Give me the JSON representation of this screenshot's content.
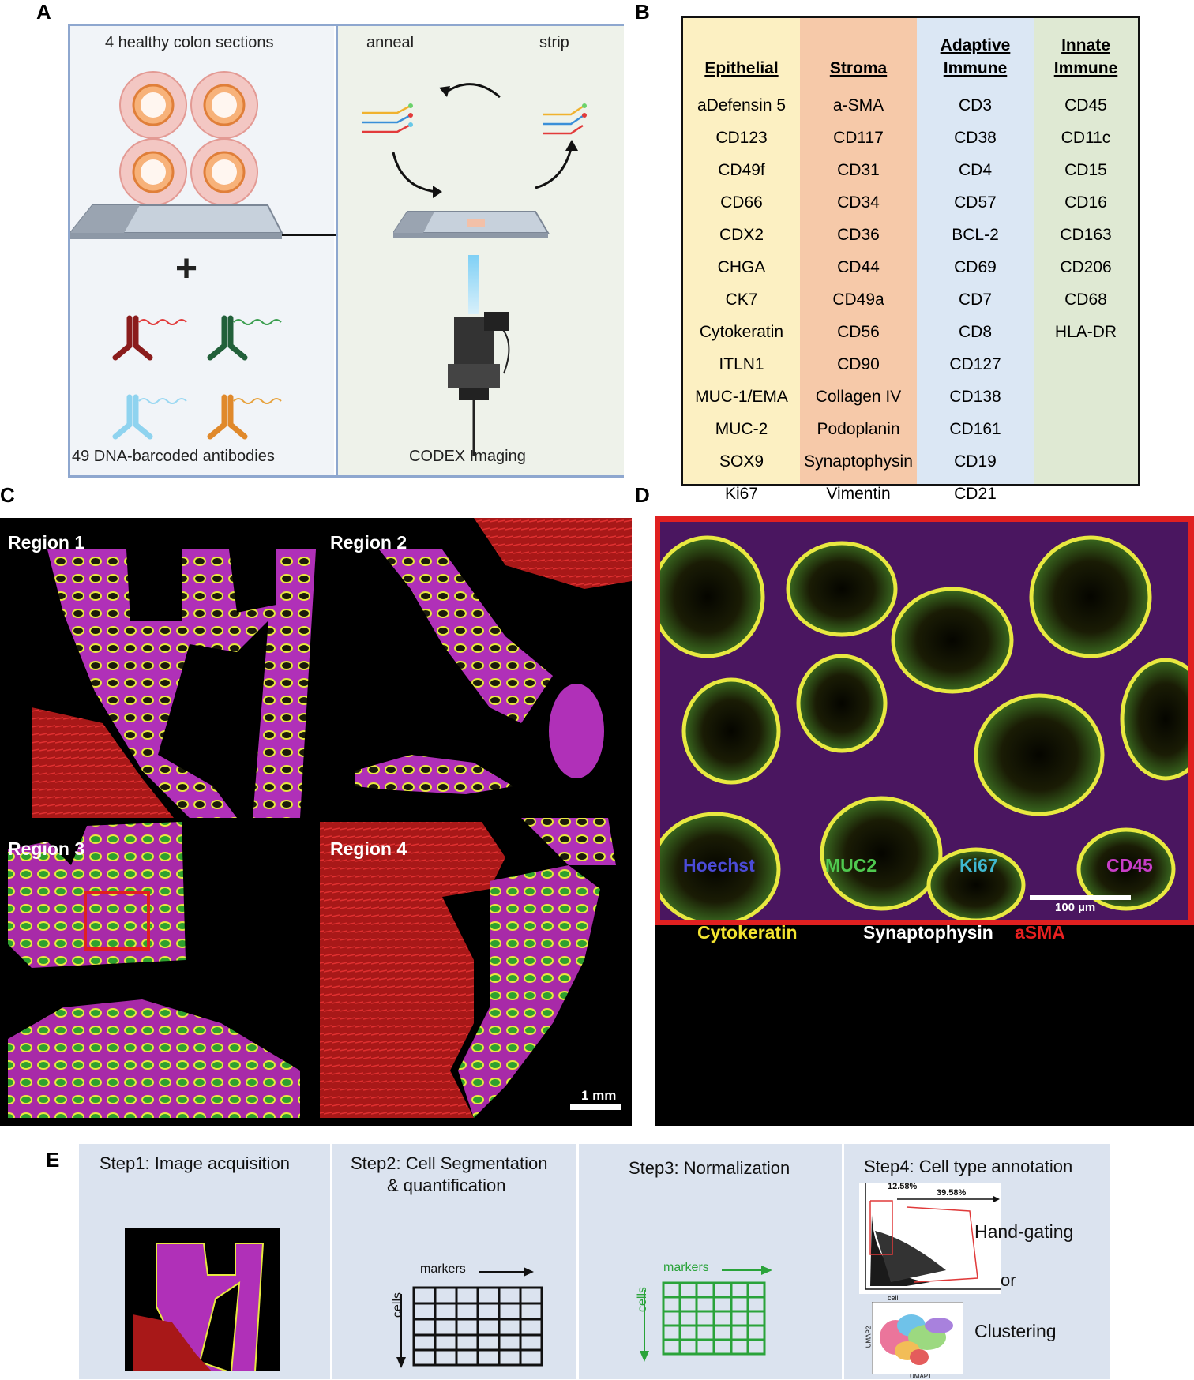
{
  "panel_labels": {
    "a": "A",
    "b": "B",
    "c": "C",
    "d": "D",
    "e": "E"
  },
  "panel_a": {
    "sections_label": "4 healthy colon sections",
    "plus": "+",
    "antibodies_label": "49 DNA-barcoded antibodies",
    "anneal": "anneal",
    "strip": "strip",
    "imaging_label": "CODEX Imaging"
  },
  "panel_b": {
    "columns": [
      {
        "header": [
          "Epithelial"
        ],
        "color": "#fcf0c2",
        "items": [
          "aDefensin 5",
          "CD123",
          "CD49f",
          "CD66",
          "CDX2",
          "CHGA",
          "CK7",
          "Cytokeratin",
          "ITLN1",
          "MUC-1/EMA",
          "MUC-2",
          "SOX9",
          "Ki67"
        ]
      },
      {
        "header": [
          "Stroma"
        ],
        "color": "#f6c9a9",
        "items": [
          "a-SMA",
          "CD117",
          "CD31",
          "CD34",
          "CD36",
          "CD44",
          "CD49a",
          "CD56",
          "CD90",
          "Collagen IV",
          "Podoplanin",
          "Synaptophysin",
          "Vimentin"
        ]
      },
      {
        "header": [
          "Adaptive",
          "Immune"
        ],
        "color": "#dbe7f4",
        "items": [
          "CD3",
          "CD38",
          "CD4",
          "CD57",
          "BCL-2",
          "CD69",
          "CD7",
          "CD8",
          "CD127",
          "CD138",
          "CD161",
          "CD19",
          "CD21"
        ]
      },
      {
        "header": [
          "Innate",
          "Immune"
        ],
        "color": "#dfe9d3",
        "items": [
          "CD45",
          "CD11c",
          "CD15",
          "CD16",
          "CD163",
          "CD206",
          "CD68",
          "HLA-DR"
        ]
      }
    ]
  },
  "panel_c": {
    "regions": [
      "Region 1",
      "Region 2",
      "Region 3",
      "Region 4"
    ],
    "scale_label": "1 mm"
  },
  "panel_d": {
    "scale_label": "100 µm",
    "legend": [
      {
        "label": "Hoechst",
        "color": "#4b4bd6"
      },
      {
        "label": "MUC2",
        "color": "#4fc94f"
      },
      {
        "label": "Ki67",
        "color": "#3fb8d0"
      },
      {
        "label": "CD45",
        "color": "#c83ec8"
      },
      {
        "label": "Cytokeratin",
        "color": "#f3e430"
      },
      {
        "label": "Synaptophysin",
        "color": "#ffffff"
      },
      {
        "label": "aSMA",
        "color": "#e82020"
      }
    ]
  },
  "panel_e": {
    "step1": "Step1: Image acquisition",
    "step2_line1": "Step2: Cell Segmentation",
    "step2_line2": "& quantification",
    "step3": "Step3: Normalization",
    "step4": "Step4: Cell type annotation",
    "markers": "markers",
    "cells": "cells",
    "gate1": "12.58%",
    "gate2": "39.58%",
    "hand_gating": "Hand-gating",
    "or": "or",
    "clustering": "Clustering",
    "umap1": "UMAP1",
    "umap2": "UMAP2",
    "cell_axis": "cell"
  }
}
